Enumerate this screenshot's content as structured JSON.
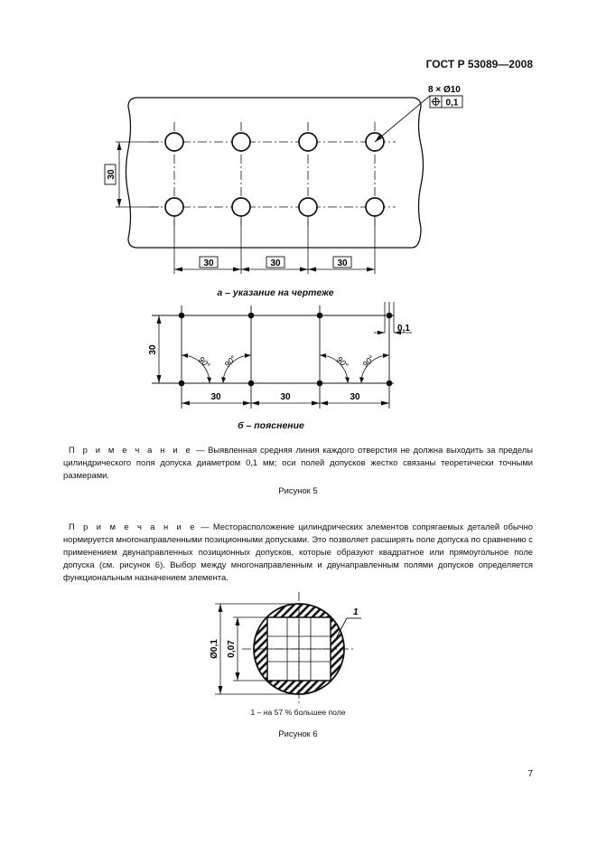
{
  "header": {
    "standard_code": "ГОСТ Р 53089—2008"
  },
  "figure5": {
    "callout": {
      "holes_spec": "8 × Ø10",
      "tolerance": "0,1"
    },
    "dim_labels": {
      "dim_30": "30",
      "dim_01": "0,1",
      "angle_90": "90°"
    },
    "subcaption_a": "а – указание на чертеже",
    "subcaption_b": "б – пояснение",
    "note_label": "П р и м е ч а н и е",
    "note_text": " — Выявленная средняя линия каждого отверстия не должна выходить за пределы цилиндрического поля допуска диаметром 0,1 мм; оси полей допусков жестко связаны теоретически точными размерами.",
    "caption": "Рисунок 5"
  },
  "note2": {
    "label": "П р и м е ч а н и е",
    "text": " — Месторасположение цилиндрических элементов сопрягаемых деталей обычно нормируется многонаправленными позиционными допусками. Это позволяет расширять поле допуска по сравнению с применением двунаправленных позиционных допусков, которые образуют квадратное или прямоугольное поле допуска (см. рисунок 6). Выбор между многонаправленным и двунаправленным полями допусков определяется функциональным назначением элемента."
  },
  "figure6": {
    "dim_outer": "Ø0,1",
    "dim_inner": "0,07",
    "leader_label": "1",
    "legend": "1 – на 57 % большее поле",
    "caption": "Рисунок 6"
  },
  "page_number": "7"
}
